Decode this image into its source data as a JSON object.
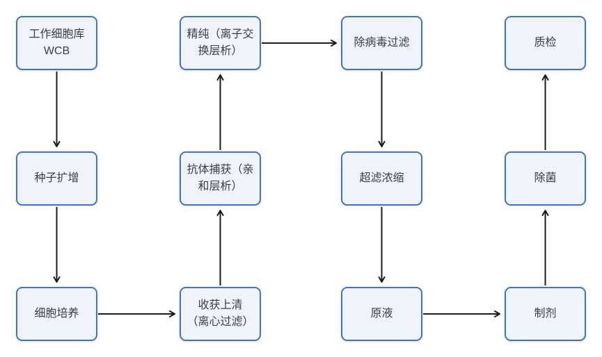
{
  "diagram": {
    "type": "flowchart",
    "background_color": "#FFFFFF",
    "colors": {
      "node_fill": "#EFF4FC",
      "node_border": "#4472C4",
      "arrow": "#1A1A1A",
      "text": "#3D3D3D"
    },
    "nodes": [
      {
        "id": "working-cell-bank",
        "lines": [
          "工作细胞库",
          "WCB"
        ]
      },
      {
        "id": "seed-expansion",
        "lines": [
          "种子扩增"
        ]
      },
      {
        "id": "cell-culture",
        "lines": [
          "细胞培养"
        ]
      },
      {
        "id": "polishing-ion-exchange",
        "lines": [
          "精纯（离子交",
          "换层析）"
        ]
      },
      {
        "id": "antibody-capture-affinity",
        "lines": [
          "抗体捕获（亲",
          "和层析）"
        ]
      },
      {
        "id": "harvest-supernatant",
        "lines": [
          "收获上清",
          "（离心过滤）"
        ]
      },
      {
        "id": "virus-removal-filtration",
        "lines": [
          "除病毒过滤"
        ]
      },
      {
        "id": "ultrafiltration-concentration",
        "lines": [
          "超滤浓缩"
        ]
      },
      {
        "id": "drug-substance",
        "lines": [
          "原液"
        ]
      },
      {
        "id": "quality-control",
        "lines": [
          "质检"
        ]
      },
      {
        "id": "sterile-filtration",
        "lines": [
          "除菌"
        ]
      },
      {
        "id": "formulation",
        "lines": [
          "制剂"
        ]
      }
    ],
    "edges": [
      {
        "from": "工作细胞库 WCB",
        "to": "种子扩增",
        "direction": "down"
      },
      {
        "from": "种子扩增",
        "to": "细胞培养",
        "direction": "down"
      },
      {
        "from": "细胞培养",
        "to": "收获上清（离心过滤）",
        "direction": "right"
      },
      {
        "from": "收获上清（离心过滤）",
        "to": "抗体捕获（亲和层析）",
        "direction": "up"
      },
      {
        "from": "抗体捕获（亲和层析）",
        "to": "精纯（离子交换层析）",
        "direction": "up"
      },
      {
        "from": "精纯（离子交换层析）",
        "to": "除病毒过滤",
        "direction": "right"
      },
      {
        "from": "除病毒过滤",
        "to": "超滤浓缩",
        "direction": "down"
      },
      {
        "from": "超滤浓缩",
        "to": "原液",
        "direction": "down"
      },
      {
        "from": "原液",
        "to": "制剂",
        "direction": "right"
      },
      {
        "from": "制剂",
        "to": "除菌",
        "direction": "up"
      },
      {
        "from": "除菌",
        "to": "质检",
        "direction": "up"
      }
    ]
  }
}
